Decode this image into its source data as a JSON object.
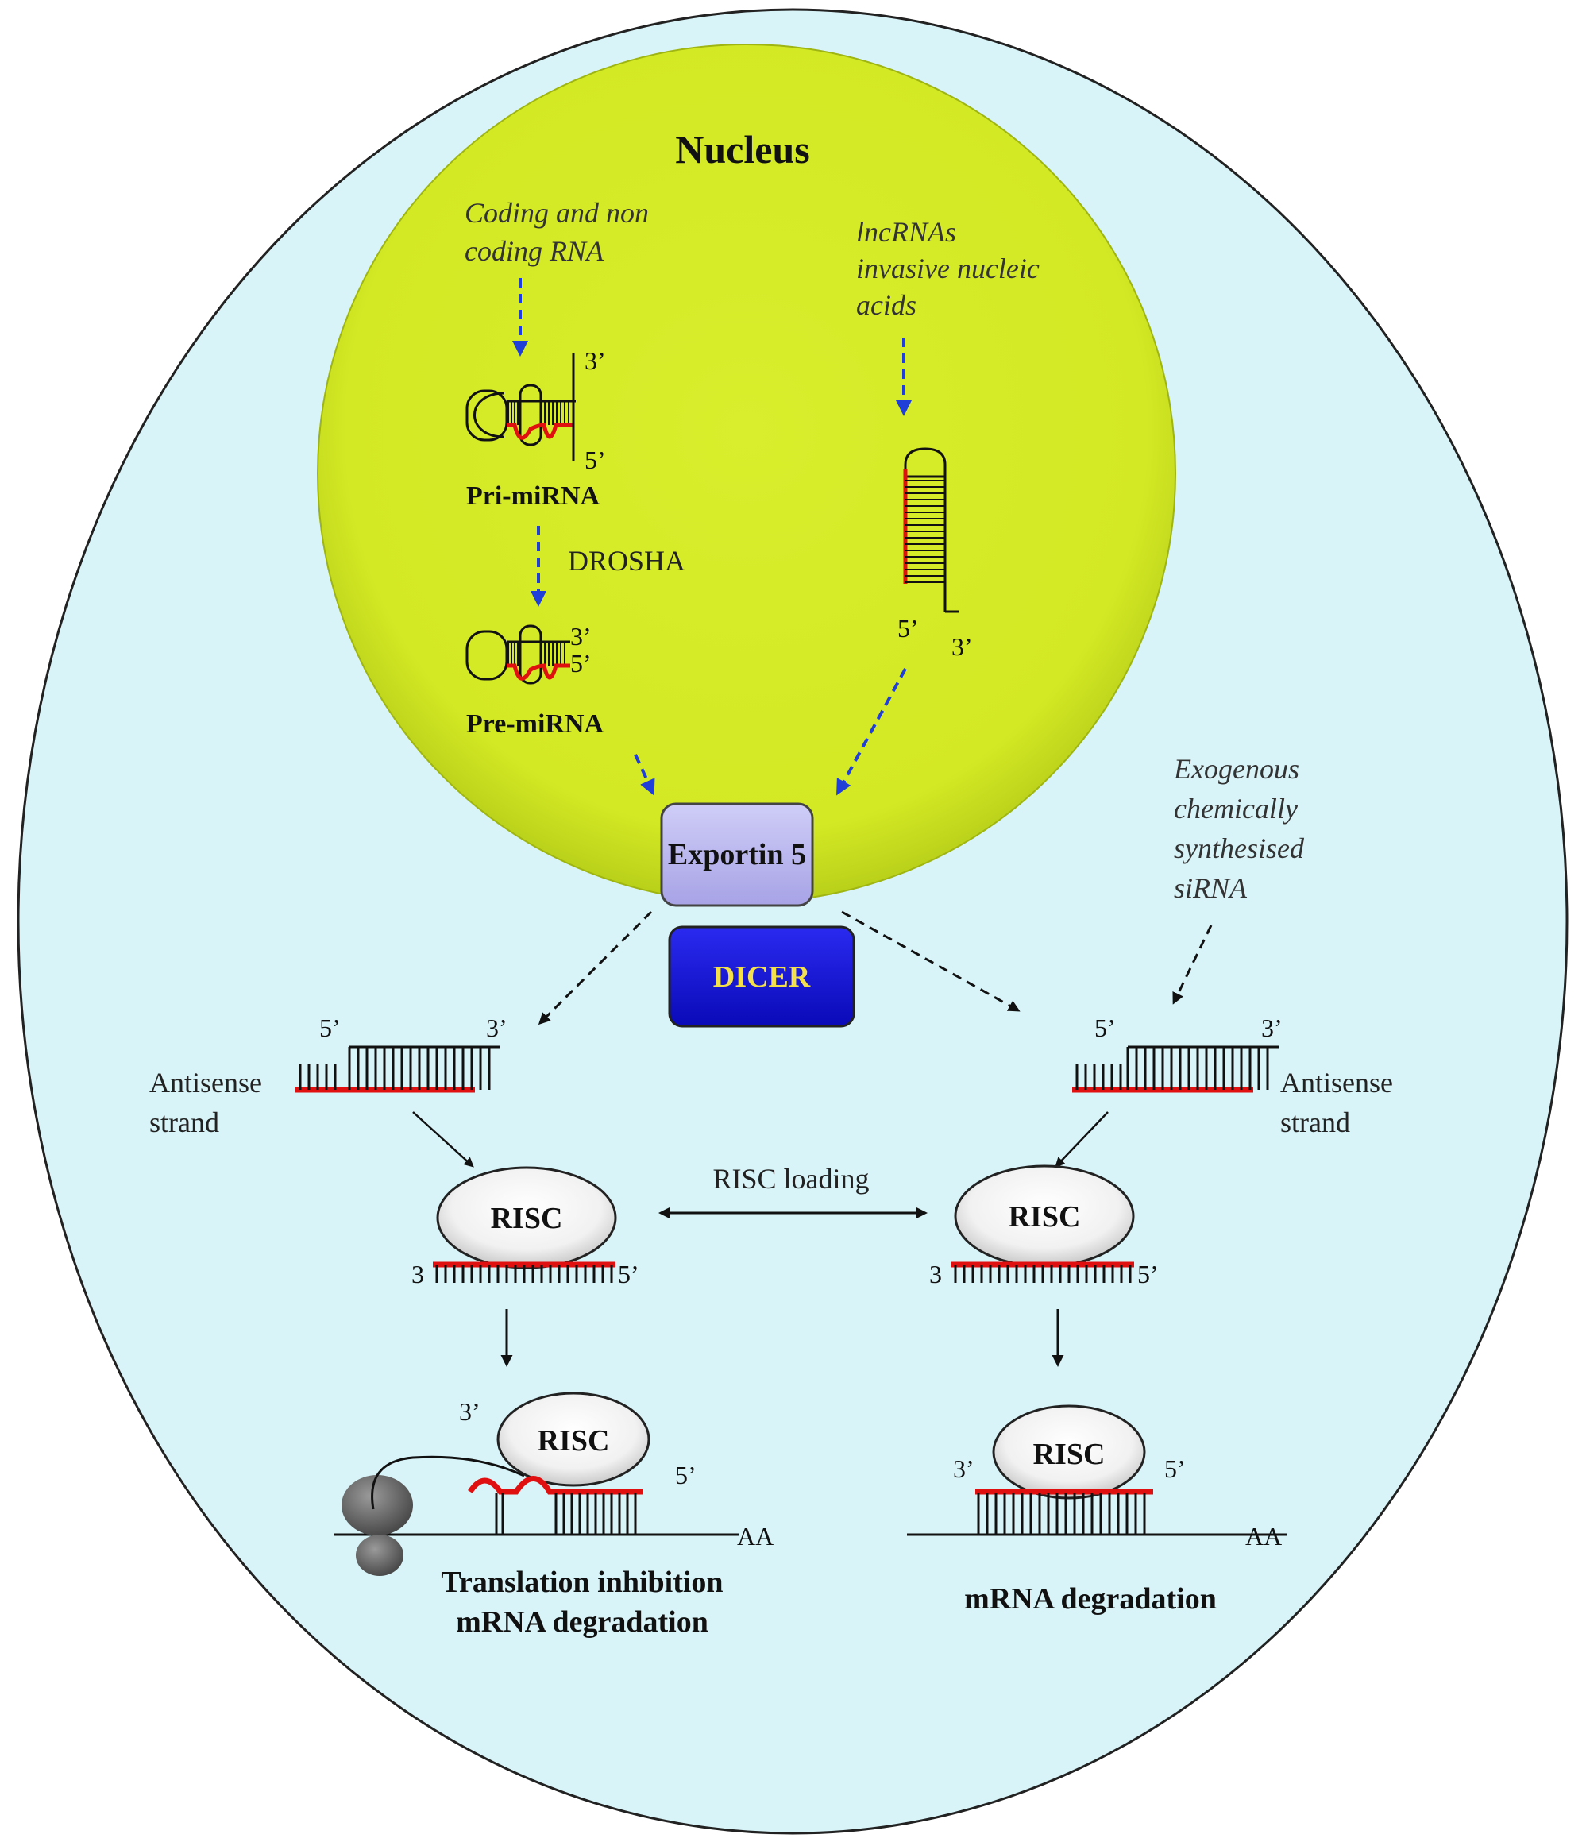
{
  "labels": {
    "nucleus": "Nucleus",
    "coding_rna_1": "Coding and non",
    "coding_rna_2": "coding RNA",
    "lnc_1": "lncRNAs",
    "lnc_2": "invasive nucleic",
    "lnc_3": "acids",
    "pri_mirna": "Pri-miRNA",
    "drosha": "DROSHA",
    "pre_mirna": "Pre-miRNA",
    "exportin": "Exportin  5",
    "dicer": "DICER",
    "exo_1": "Exogenous",
    "exo_2": "chemically",
    "exo_3": "synthesised",
    "exo_4": "siRNA",
    "antisense_left_1": "Antisense",
    "antisense_left_2": "strand",
    "antisense_right_1": "Antisense",
    "antisense_right_2": "strand",
    "risc_loading": "RISC loading",
    "risc": "RISC",
    "three_prime": "3’",
    "five_prime": "5’",
    "three_prime_plain": "3",
    "aa": "AA",
    "outcome_left_1": "Translation  inhibition",
    "outcome_left_2": "mRNA degradation",
    "outcome_right": "mRNA degradation"
  },
  "colors": {
    "cell_fill": "#d8f4f8",
    "nucleus_fill": "#d7ec2a",
    "exportin_fill": "#b6b3ee",
    "dicer_fill": "#1515d6",
    "dicer_text": "#f3e04a",
    "strand_red": "#e01010",
    "arrow_blue": "#1f3fd8",
    "ribosome": "#6d6d6d"
  }
}
